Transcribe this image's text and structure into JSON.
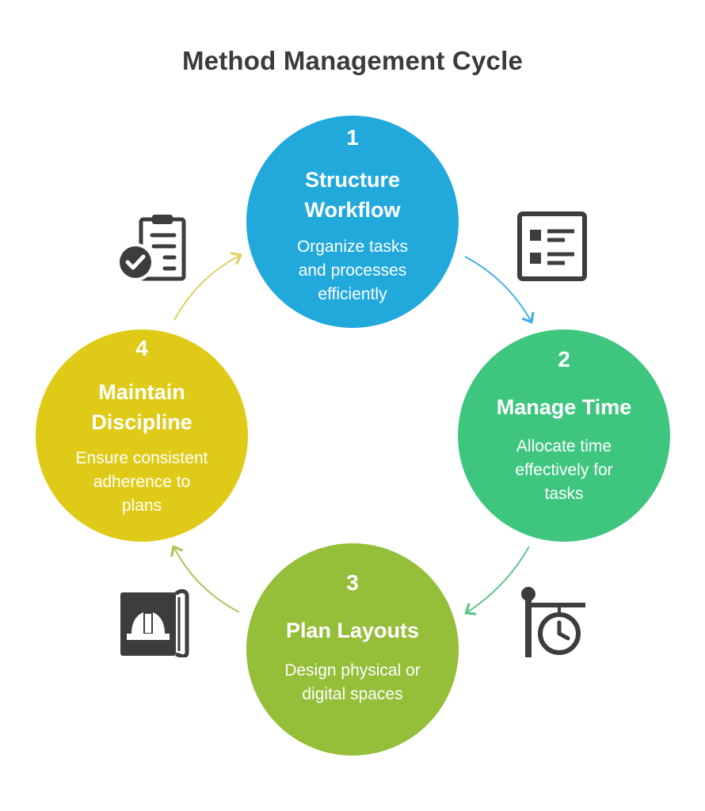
{
  "title": "Method Management Cycle",
  "steps": [
    {
      "number": "1",
      "heading_lines": [
        "Structure",
        "Workflow"
      ],
      "desc_lines": [
        "Organize tasks",
        "and processes",
        "efficiently"
      ],
      "color": "#21a9dc"
    },
    {
      "number": "2",
      "heading_lines": [
        "Manage Time"
      ],
      "desc_lines": [
        "Allocate time",
        "effectively for",
        "tasks"
      ],
      "color": "#3ec67f"
    },
    {
      "number": "3",
      "heading_lines": [
        "Plan Layouts"
      ],
      "desc_lines": [
        "Design physical or",
        "digital spaces"
      ],
      "color": "#95be39"
    },
    {
      "number": "4",
      "heading_lines": [
        "Maintain",
        "Discipline"
      ],
      "desc_lines": [
        "Ensure consistent",
        "adherence to",
        "plans"
      ],
      "color": "#dfcb17"
    }
  ],
  "icons": [
    "clipboard-check-icon",
    "list-document-icon",
    "clock-sign-icon",
    "blueprint-helmet-icon"
  ],
  "icon_color": "#3d3d3d"
}
